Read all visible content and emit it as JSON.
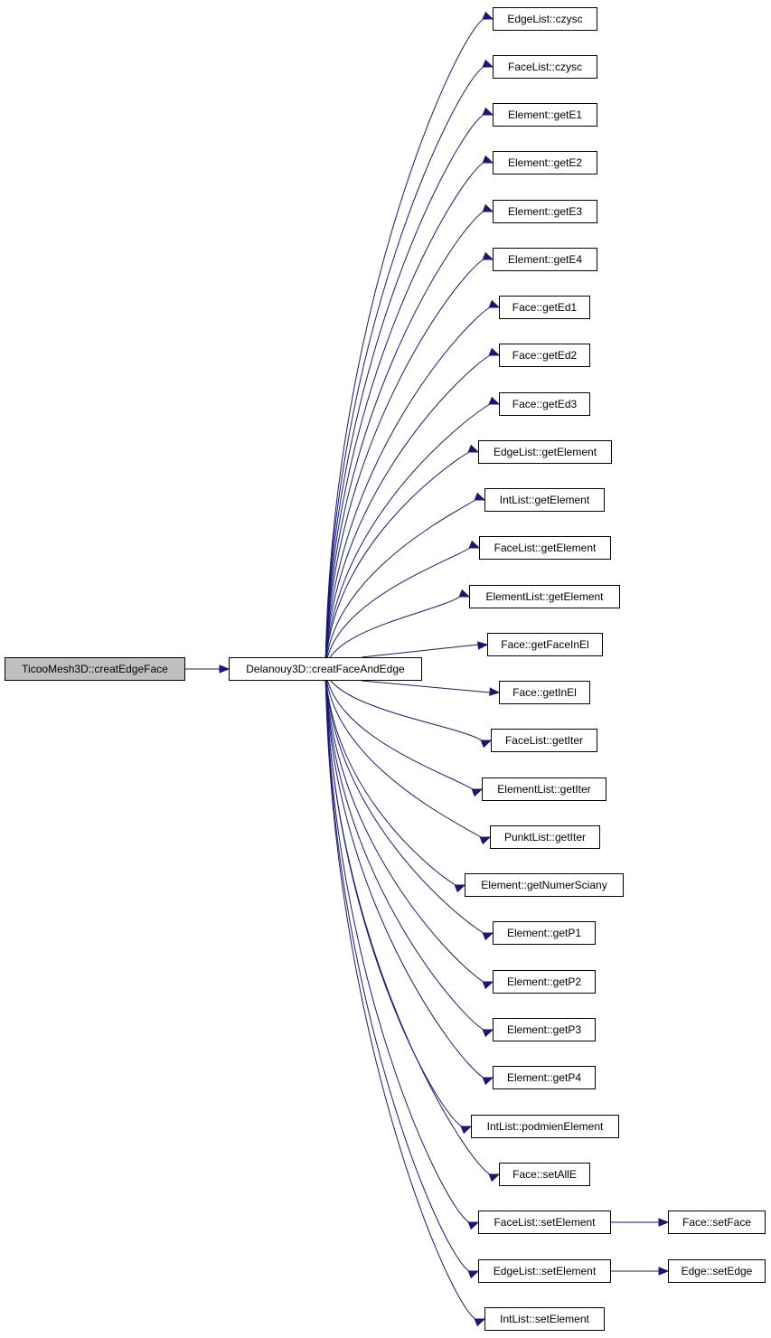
{
  "colors": {
    "edge": "#191970",
    "root_fill": "#bfbfbf",
    "node_fill": "#ffffff",
    "border": "#000000"
  },
  "nodes": {
    "root": "TicooMesh3D::creatEdgeFace",
    "center": "Delanouy3D::creatFaceAndEdge",
    "callees": [
      "EdgeList::czysc",
      "FaceList::czysc",
      "Element::getE1",
      "Element::getE2",
      "Element::getE3",
      "Element::getE4",
      "Face::getEd1",
      "Face::getEd2",
      "Face::getEd3",
      "EdgeList::getElement",
      "IntList::getElement",
      "FaceList::getElement",
      "ElementList::getElement",
      "Face::getFaceInEl",
      "Face::getInEl",
      "FaceList::getIter",
      "ElementList::getIter",
      "PunktList::getIter",
      "Element::getNumerSciany",
      "Element::getP1",
      "Element::getP2",
      "Element::getP3",
      "Element::getP4",
      "IntList::podmienElement",
      "Face::setAllE",
      "FaceList::setElement",
      "EdgeList::setElement",
      "IntList::setElement"
    ],
    "sub_callees": [
      {
        "from": "FaceList::setElement",
        "label": "Face::setFace"
      },
      {
        "from": "EdgeList::setElement",
        "label": "Edge::setEdge"
      }
    ]
  }
}
